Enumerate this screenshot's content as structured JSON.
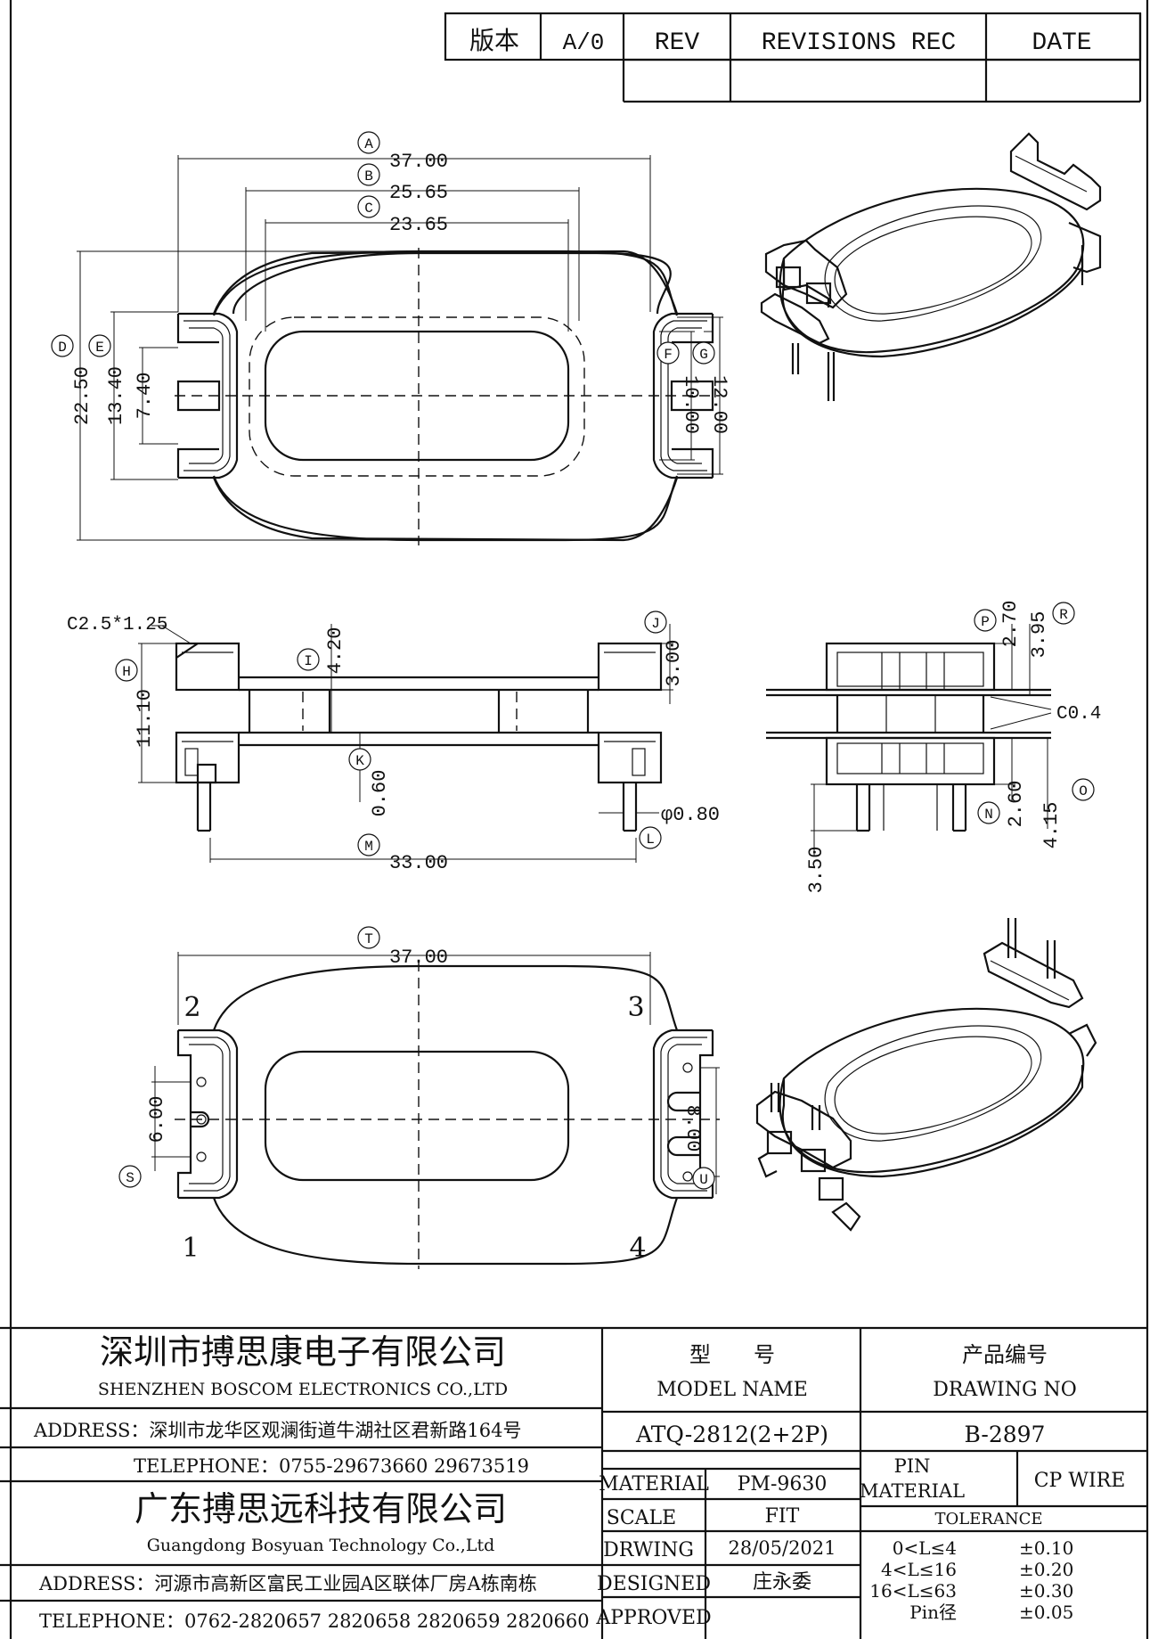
{
  "revision_block": {
    "version_label": "版本",
    "version_value": "A/0",
    "rev_label": "REV",
    "revisions_label": "REVISIONS REC",
    "date_label": "DATE"
  },
  "top_view": {
    "dims": [
      {
        "tag": "A",
        "value": "37.00"
      },
      {
        "tag": "B",
        "value": "25.65"
      },
      {
        "tag": "C",
        "value": "23.65"
      },
      {
        "tag": "D",
        "value": "22.50"
      },
      {
        "tag": "E",
        "value": "13.40"
      },
      {
        "tag": "",
        "value": "7.40"
      },
      {
        "tag": "F",
        "value": "10.00"
      },
      {
        "tag": "G",
        "value": "12.00"
      }
    ]
  },
  "side_view": {
    "chamfer_note": "C2.5*1.25",
    "dims": [
      {
        "tag": "H",
        "value": "11.10"
      },
      {
        "tag": "I",
        "value": "4.20"
      },
      {
        "tag": "J",
        "value": "3.00"
      },
      {
        "tag": "K",
        "value": "0.60"
      },
      {
        "tag": "L",
        "value": "φ0.80"
      },
      {
        "tag": "M",
        "value": "33.00"
      }
    ]
  },
  "end_view": {
    "chamfer_note": "C0.4",
    "dims": [
      {
        "tag": "P",
        "value": "2.70"
      },
      {
        "tag": "R",
        "value": "3.95"
      },
      {
        "tag": "N",
        "value": "2.60"
      },
      {
        "tag": "O",
        "value": "4.15"
      },
      {
        "tag": "",
        "value": "3.50"
      }
    ]
  },
  "bottom_view": {
    "dims": [
      {
        "tag": "T",
        "value": "37.00"
      },
      {
        "tag": "S",
        "value": "6.00"
      },
      {
        "tag": "U",
        "value": "8.00"
      }
    ],
    "pin_numbers": [
      "1",
      "2",
      "3",
      "4"
    ]
  },
  "title_block": {
    "company_cn": "深圳市搏思康电子有限公司",
    "company_en": "SHENZHEN BOSCOM ELECTRONICS CO.,LTD",
    "address1": "ADDRESS：深圳市龙华区观澜街道牛湖社区君新路164号",
    "telephone1": "TELEPHONE：0755-29673660 29673519",
    "company2_cn": "广东搏思远科技有限公司",
    "company2_en": "Guangdong Bosyuan Technology Co.,Ltd",
    "address2": "ADDRESS：河源市高新区富民工业园A区联体厂房A栋南栋",
    "telephone2": "TELEPHONE：0762-2820657 2820658 2820659 2820660",
    "model_label_cn": "型　　号",
    "model_label_en": "MODEL NAME",
    "model_value": "ATQ-2812(2+2P)",
    "drawing_no_cn": "产品编号",
    "drawing_no_en": "DRAWING NO",
    "drawing_no_value": "B-2897",
    "material_label": "MATERIAL",
    "material_value": "PM-9630",
    "pin_material_label_1": "PIN",
    "pin_material_label_2": "MATERIAL",
    "pin_material_value": "CP WIRE",
    "scale_label": "SCALE",
    "scale_value": "FIT",
    "drawing_label": "DRWING",
    "drawing_date": "28/05/2021",
    "designed_label": "DESIGNED",
    "designed_value": "庄永委",
    "approved_label": "APPROVED",
    "approved_value": "",
    "tolerance_label": "TOLERANCE",
    "tolerances": [
      {
        "range": "0<L≤4",
        "value": "±0.10"
      },
      {
        "range": "4<L≤16",
        "value": "±0.20"
      },
      {
        "range": "16<L≤63",
        "value": "±0.30"
      },
      {
        "range": "Pin径",
        "value": "±0.05"
      }
    ]
  }
}
